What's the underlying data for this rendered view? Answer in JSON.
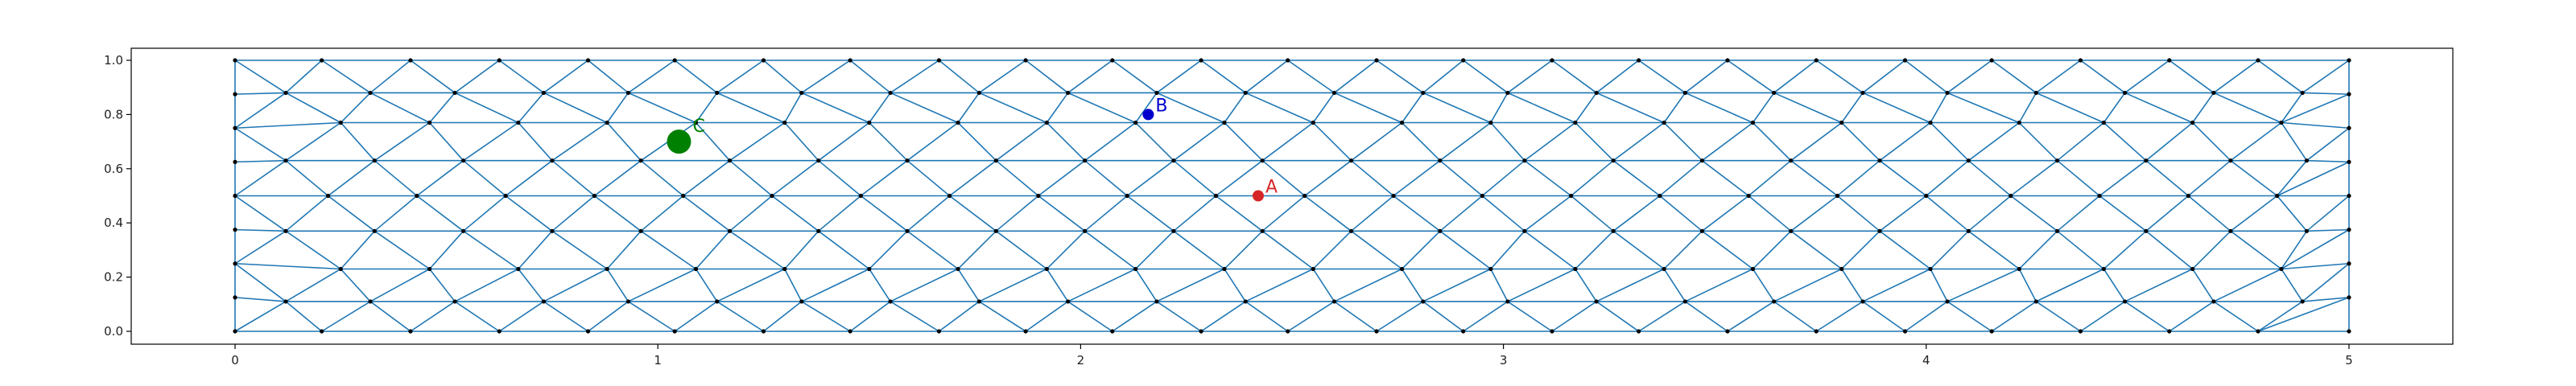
{
  "chart_data": {
    "type": "triangular-mesh",
    "title": "",
    "xlabel": "",
    "ylabel": "",
    "xlim": [
      -0.25,
      5.25
    ],
    "ylim": [
      -0.04,
      1.04
    ],
    "xticks": [
      {
        "value": 0,
        "label": "0"
      },
      {
        "value": 1,
        "label": "1"
      },
      {
        "value": 2,
        "label": "2"
      },
      {
        "value": 3,
        "label": "3"
      },
      {
        "value": 4,
        "label": "4"
      },
      {
        "value": 5,
        "label": "5"
      }
    ],
    "yticks": [
      {
        "value": 0.0,
        "label": "0.0"
      },
      {
        "value": 0.2,
        "label": "0.2"
      },
      {
        "value": 0.4,
        "label": "0.4"
      },
      {
        "value": 0.6,
        "label": "0.6"
      },
      {
        "value": 0.8,
        "label": "0.8"
      },
      {
        "value": 1.0,
        "label": "1.0"
      }
    ],
    "mesh_color": "#1f77b4",
    "node_color": "#000000",
    "mesh_nodes": {
      "top": [
        [
          0,
          1
        ],
        [
          0.205,
          1
        ],
        [
          0.415,
          1
        ],
        [
          0.625,
          1
        ],
        [
          0.835,
          1
        ],
        [
          1.04,
          1
        ],
        [
          1.25,
          1
        ],
        [
          1.455,
          1
        ],
        [
          1.665,
          1
        ],
        [
          1.87,
          1
        ],
        [
          2.075,
          1
        ],
        [
          2.285,
          1
        ],
        [
          2.49,
          1
        ],
        [
          2.7,
          1
        ],
        [
          2.905,
          1
        ],
        [
          3.115,
          1
        ],
        [
          3.32,
          1
        ],
        [
          3.53,
          1
        ],
        [
          3.74,
          1
        ],
        [
          3.95,
          1
        ],
        [
          4.155,
          1
        ],
        [
          4.365,
          1
        ],
        [
          4.575,
          1
        ],
        [
          4.785,
          1
        ],
        [
          5,
          1
        ]
      ],
      "bottom": [
        [
          0,
          0
        ],
        [
          0.205,
          0
        ],
        [
          0.415,
          0
        ],
        [
          0.625,
          0
        ],
        [
          0.835,
          0
        ],
        [
          1.04,
          0
        ],
        [
          1.25,
          0
        ],
        [
          1.455,
          0
        ],
        [
          1.665,
          0
        ],
        [
          1.87,
          0
        ],
        [
          2.075,
          0
        ],
        [
          2.285,
          0
        ],
        [
          2.49,
          0
        ],
        [
          2.7,
          0
        ],
        [
          2.905,
          0
        ],
        [
          3.115,
          0
        ],
        [
          3.32,
          0
        ],
        [
          3.53,
          0
        ],
        [
          3.74,
          0
        ],
        [
          3.95,
          0
        ],
        [
          4.155,
          0
        ],
        [
          4.365,
          0
        ],
        [
          4.575,
          0
        ],
        [
          4.785,
          0
        ],
        [
          5,
          0
        ]
      ],
      "left": [
        [
          0,
          0.125
        ],
        [
          0,
          0.25
        ],
        [
          0,
          0.375
        ],
        [
          0,
          0.5
        ],
        [
          0,
          0.625
        ],
        [
          0,
          0.75
        ],
        [
          0,
          0.875
        ]
      ],
      "right": [
        [
          5,
          0.125
        ],
        [
          5,
          0.25
        ],
        [
          5,
          0.375
        ],
        [
          5,
          0.5
        ],
        [
          5,
          0.625
        ],
        [
          5,
          0.75
        ],
        [
          5,
          0.875
        ]
      ],
      "interior_rows": [
        {
          "y": 0.88,
          "xs": [
            0.12,
            0.32,
            0.52,
            0.73,
            0.93,
            1.14,
            1.34,
            1.55,
            1.76,
            1.97,
            2.18,
            2.39,
            2.6,
            2.81,
            3.01,
            3.22,
            3.43,
            3.64,
            3.85,
            4.05,
            4.26,
            4.47,
            4.68,
            4.89
          ]
        },
        {
          "y": 0.77,
          "xs": [
            0.25,
            0.46,
            0.67,
            0.88,
            1.09,
            1.3,
            1.5,
            1.71,
            1.92,
            2.13,
            2.34,
            2.55,
            2.76,
            2.97,
            3.17,
            3.38,
            3.59,
            3.8,
            4.01,
            4.22,
            4.42,
            4.63,
            4.84
          ]
        },
        {
          "y": 0.63,
          "xs": [
            0.12,
            0.33,
            0.54,
            0.75,
            0.96,
            1.17,
            1.38,
            1.59,
            1.8,
            2.01,
            2.22,
            2.43,
            2.64,
            2.85,
            3.05,
            3.26,
            3.47,
            3.68,
            3.89,
            4.1,
            4.31,
            4.52,
            4.72,
            4.9
          ]
        },
        {
          "y": 0.5,
          "xs": [
            0.22,
            0.43,
            0.64,
            0.85,
            1.06,
            1.27,
            1.48,
            1.69,
            1.9,
            2.11,
            2.32,
            2.53,
            2.74,
            2.95,
            3.16,
            3.37,
            3.58,
            3.79,
            4.0,
            4.2,
            4.41,
            4.62,
            4.83
          ]
        },
        {
          "y": 0.37,
          "xs": [
            0.12,
            0.33,
            0.54,
            0.75,
            0.96,
            1.17,
            1.38,
            1.59,
            1.8,
            2.01,
            2.22,
            2.43,
            2.64,
            2.85,
            3.05,
            3.26,
            3.47,
            3.68,
            3.89,
            4.1,
            4.31,
            4.52,
            4.72,
            4.9
          ]
        },
        {
          "y": 0.23,
          "xs": [
            0.25,
            0.46,
            0.67,
            0.88,
            1.09,
            1.3,
            1.5,
            1.71,
            1.92,
            2.13,
            2.34,
            2.55,
            2.76,
            2.97,
            3.17,
            3.38,
            3.59,
            3.8,
            4.01,
            4.22,
            4.42,
            4.63,
            4.84
          ]
        },
        {
          "y": 0.11,
          "xs": [
            0.12,
            0.32,
            0.52,
            0.73,
            0.93,
            1.14,
            1.34,
            1.55,
            1.76,
            1.97,
            2.18,
            2.39,
            2.6,
            2.81,
            3.01,
            3.22,
            3.43,
            3.64,
            3.85,
            4.05,
            4.26,
            4.47,
            4.68,
            4.89
          ]
        }
      ]
    },
    "points": [
      {
        "label": "A",
        "x": 2.42,
        "y": 0.5,
        "color": "#d62728",
        "size": "small"
      },
      {
        "label": "B",
        "x": 2.16,
        "y": 0.8,
        "color": "#0000cc",
        "size": "small"
      },
      {
        "label": "C",
        "x": 1.05,
        "y": 0.7,
        "color": "#008000",
        "size": "large"
      }
    ]
  }
}
